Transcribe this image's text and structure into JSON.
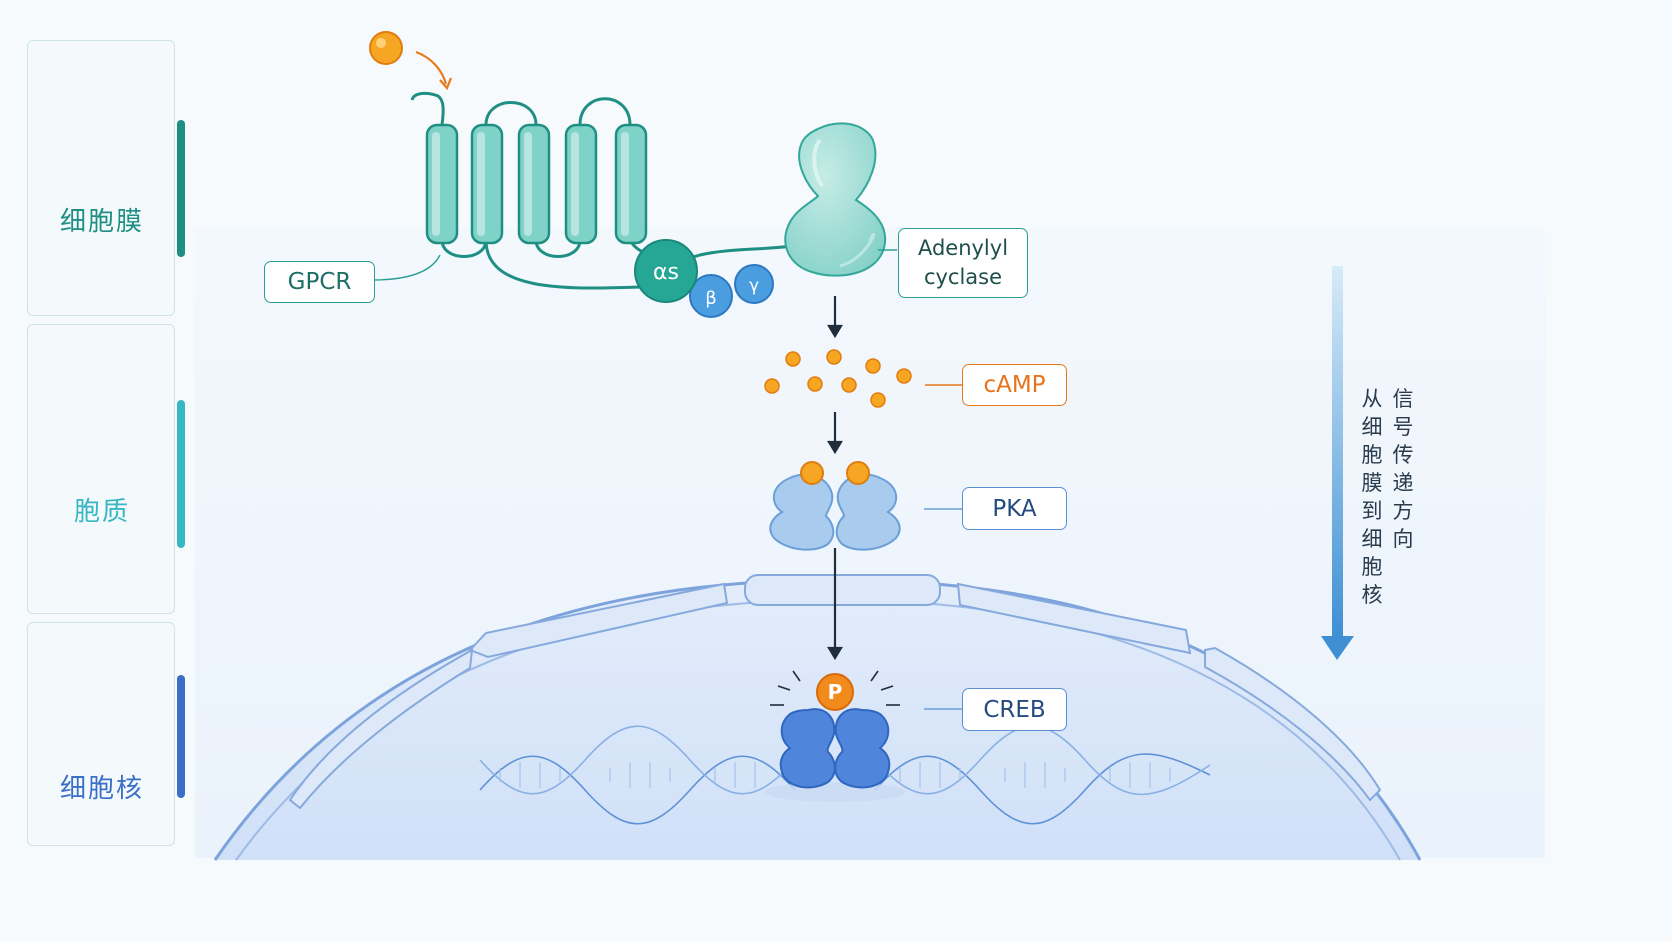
{
  "sidebar": {
    "membrane_label": "细胞膜",
    "cytoplasm_label": "胞质",
    "nucleus_label": "细胞核"
  },
  "labels": {
    "gpcr": "GPCR",
    "adenylyl_cyclase": [
      "Adenylyl",
      "cyclase"
    ],
    "camp": "cAMP",
    "pka": "PKA",
    "creb": "CREB"
  },
  "subunits": {
    "alpha": "αs",
    "beta": "β",
    "gamma": "γ"
  },
  "phospho_mark": "P",
  "direction_text": {
    "col_right": "信号传递方向",
    "col_left": "从细胞膜到细胞核"
  },
  "colors": {
    "membrane": "#1f8f84",
    "cytoplasm": "#37b7c4",
    "nucleus": "#3a6fc9",
    "teal": "#2a9f94",
    "orange": "#e87a1c",
    "pka_blue": "#9dc4ec",
    "creb_blue": "#4f86dc",
    "arrow": "#3a8fd0"
  },
  "icons": [
    "lipid-bilayer-icon",
    "cytoplasm-cell-icon",
    "nucleus-cell-icon"
  ]
}
